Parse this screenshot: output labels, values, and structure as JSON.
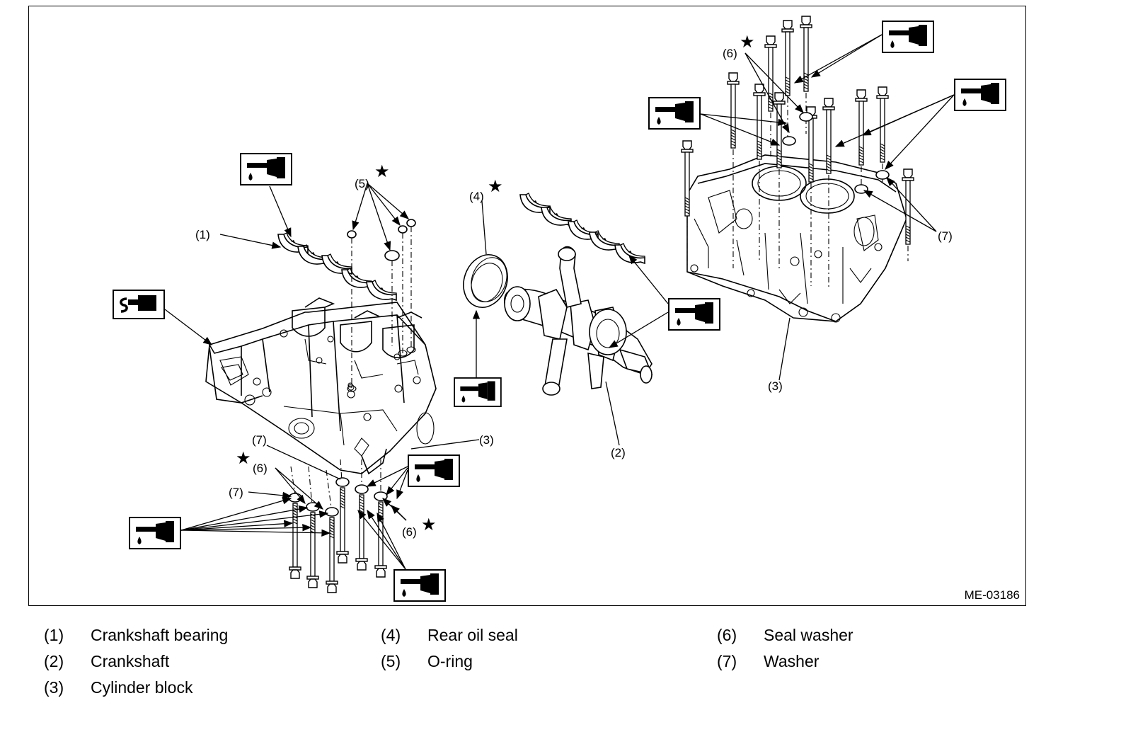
{
  "figure": {
    "id": "ME-03186",
    "callouts": {
      "c1": "(1)",
      "c2": "(2)",
      "c3a": "(3)",
      "c3b": "(3)",
      "c4": "(4)",
      "c5": "(5)",
      "c6a": "(6)",
      "c6b": "(6)",
      "c6c": "(6)",
      "c7a": "(7)",
      "c7b": "(7)",
      "c7c": "(7)"
    },
    "star_symbol": "★",
    "icons": {
      "oil": "engine-oil-icon",
      "sealant": "liquid-gasket-icon"
    }
  },
  "legend": [
    {
      "num": "(1)",
      "text": "Crankshaft bearing"
    },
    {
      "num": "(2)",
      "text": "Crankshaft"
    },
    {
      "num": "(3)",
      "text": "Cylinder block"
    },
    {
      "num": "(4)",
      "text": "Rear oil seal"
    },
    {
      "num": "(5)",
      "text": "O-ring"
    },
    {
      "num": "(6)",
      "text": "Seal washer"
    },
    {
      "num": "(7)",
      "text": "Washer"
    }
  ]
}
